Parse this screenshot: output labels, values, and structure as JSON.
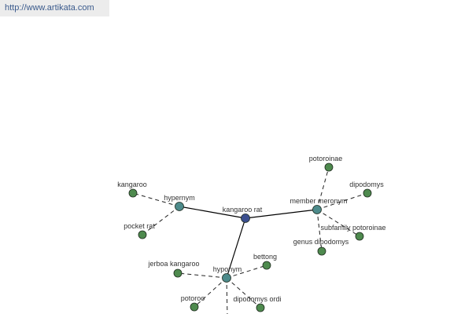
{
  "source": {
    "url": "http://www.artikata.com"
  },
  "colors": {
    "root_node": "#3b4f8f",
    "relation_node": "#4d8b8b",
    "leaf_node": "#4e8a4e",
    "solid_edge": "#000000",
    "dashed_edge": "#222222"
  },
  "graph": {
    "nodes": [
      {
        "id": "kangaroo-rat",
        "label": "kangaroo rat",
        "kind": "root"
      },
      {
        "id": "hypernym",
        "label": "hypernym",
        "kind": "relation"
      },
      {
        "id": "member-meronym",
        "label": "member meronym",
        "kind": "relation"
      },
      {
        "id": "hyponym",
        "label": "hyponym",
        "kind": "relation"
      },
      {
        "id": "kangaroo",
        "label": "kangaroo",
        "kind": "leaf"
      },
      {
        "id": "pocket-rat",
        "label": "pocket rat",
        "kind": "leaf"
      },
      {
        "id": "potoroinae",
        "label": "potoroinae",
        "kind": "leaf"
      },
      {
        "id": "dipodomys",
        "label": "dipodomys",
        "kind": "leaf"
      },
      {
        "id": "subfamily-potoroinae",
        "label": "subfamily potoroinae",
        "kind": "leaf"
      },
      {
        "id": "genus-dipodomys",
        "label": "genus dipodomys",
        "kind": "leaf"
      },
      {
        "id": "jerboa-kangaroo",
        "label": "jerboa kangaroo",
        "kind": "leaf"
      },
      {
        "id": "bettong",
        "label": "bettong",
        "kind": "leaf"
      },
      {
        "id": "potoroo",
        "label": "potoroo",
        "kind": "leaf"
      },
      {
        "id": "dipodomys-ordi",
        "label": "dipodomys ordi",
        "kind": "leaf"
      }
    ],
    "edges": [
      {
        "from": "kangaroo-rat",
        "to": "hypernym",
        "style": "solid"
      },
      {
        "from": "kangaroo-rat",
        "to": "member-meronym",
        "style": "solid"
      },
      {
        "from": "kangaroo-rat",
        "to": "hyponym",
        "style": "solid"
      },
      {
        "from": "hypernym",
        "to": "kangaroo",
        "style": "dashed"
      },
      {
        "from": "hypernym",
        "to": "pocket-rat",
        "style": "dashed"
      },
      {
        "from": "member-meronym",
        "to": "potoroinae",
        "style": "dashed"
      },
      {
        "from": "member-meronym",
        "to": "dipodomys",
        "style": "dashed"
      },
      {
        "from": "member-meronym",
        "to": "subfamily-potoroinae",
        "style": "dashed"
      },
      {
        "from": "member-meronym",
        "to": "genus-dipodomys",
        "style": "dashed"
      },
      {
        "from": "hyponym",
        "to": "jerboa-kangaroo",
        "style": "dashed"
      },
      {
        "from": "hyponym",
        "to": "bettong",
        "style": "dashed"
      },
      {
        "from": "hyponym",
        "to": "potoroo",
        "style": "dashed"
      },
      {
        "from": "hyponym",
        "to": "dipodomys-ordi",
        "style": "dashed"
      },
      {
        "from": "hyponym",
        "to": "offscreen-child",
        "style": "dashed"
      }
    ]
  }
}
